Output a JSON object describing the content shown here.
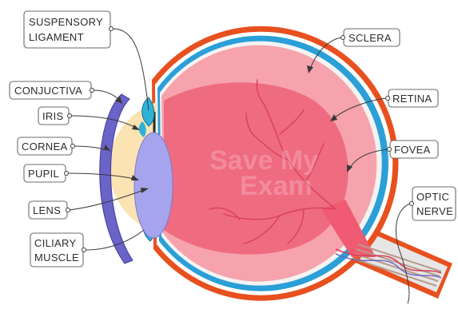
{
  "labels": {
    "suspensory_ligament_line1": "SUSPENSORY",
    "suspensory_ligament_line2": "LIGAMENT",
    "sclera": "SCLERA",
    "conjuctiva": "CONJUCTIVA",
    "retina": "RETINA",
    "iris": "IRIS",
    "cornea": "CORNEA",
    "fovea": "FOVEA",
    "pupil": "PUPIL",
    "optic_nerve_line1": "OPTIC",
    "optic_nerve_line2": "NERVE",
    "lens": "LENS",
    "ciliary_muscle_line1": "CILIARY",
    "ciliary_muscle_line2": "MUSCLE"
  },
  "watermark": {
    "line1": "Save My",
    "line2": "Exam"
  },
  "colors": {
    "sclera_outer": "#e8501f",
    "choroid_blue": "#2a9fd8",
    "retina_layer": "#f6a3ad",
    "vitreous": "#ef6b80",
    "cornea_fluid": "#fbe3b3",
    "conjunctiva": "#6a63c8",
    "lens": "#a7a4ee",
    "ciliary": "#2fb2d8",
    "blood_vessel": "#d8405a",
    "optic_nerve_fibre": "#b89a86"
  }
}
